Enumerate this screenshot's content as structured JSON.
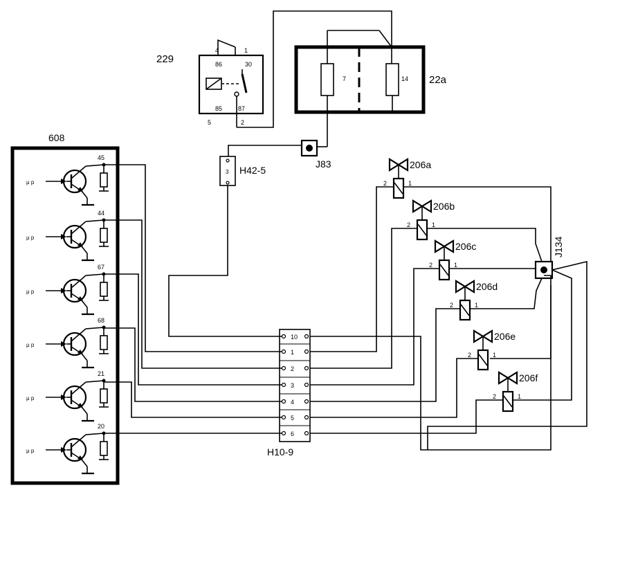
{
  "components": {
    "relay": {
      "id": "229",
      "pins": [
        "4",
        "1",
        "86",
        "30",
        "85",
        "87",
        "5",
        "2"
      ]
    },
    "fusebox": {
      "id": "22a",
      "fuses": [
        "7",
        "14"
      ]
    },
    "ecu": {
      "id": "608",
      "input_label": "μ p",
      "terminals": [
        "45",
        "44",
        "67",
        "68",
        "21",
        "20"
      ]
    },
    "connector_h42": {
      "id": "H42-5",
      "pin": "3"
    },
    "junction_j83": {
      "id": "J83"
    },
    "junction_j134": {
      "id": "J134"
    },
    "connector_h10": {
      "id": "H10-9",
      "pins": [
        "10",
        "1",
        "2",
        "3",
        "4",
        "5",
        "6"
      ]
    },
    "valves": [
      {
        "id": "206a",
        "pin_left": "2",
        "pin_right": "1"
      },
      {
        "id": "206b",
        "pin_left": "2",
        "pin_right": "1"
      },
      {
        "id": "206c",
        "pin_left": "2",
        "pin_right": "1"
      },
      {
        "id": "206d",
        "pin_left": "2",
        "pin_right": "1"
      },
      {
        "id": "206e",
        "pin_left": "2",
        "pin_right": "1"
      },
      {
        "id": "206f",
        "pin_left": "2",
        "pin_right": "1"
      }
    ]
  }
}
